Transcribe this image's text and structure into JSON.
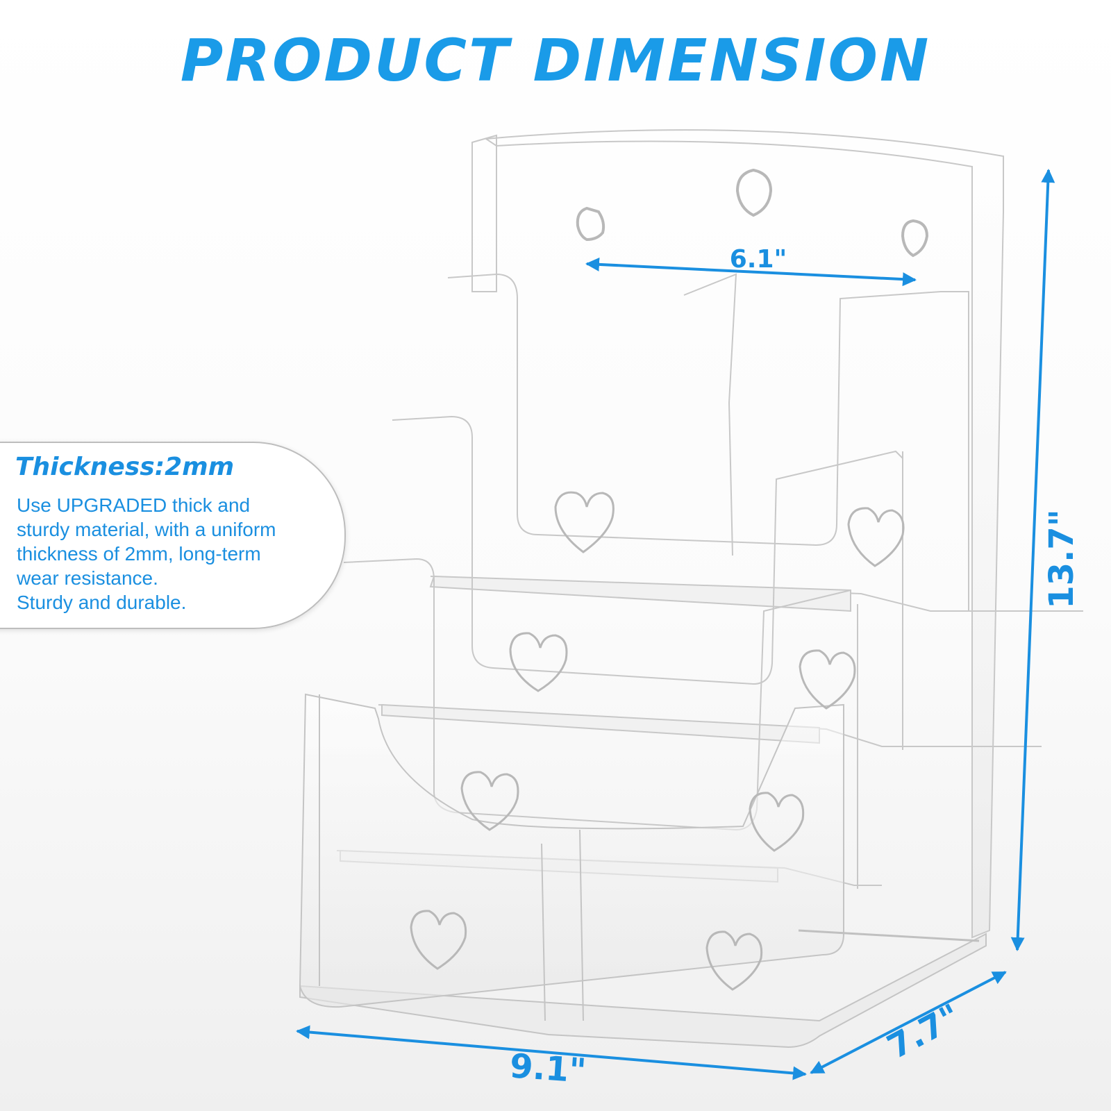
{
  "title": "PRODUCT DIMENSION",
  "thickness": {
    "heading": "Thickness:2mm",
    "body": "Use UPGRADED thick and\nsturdy material, with a uniform\nthickness of 2mm, long-term\nwear resistance.\nSturdy and durable."
  },
  "dimensions": {
    "hole_spacing": "6.1\"",
    "height": "13.7\"",
    "width": "9.1\"",
    "depth": "7.7\""
  },
  "colors": {
    "accent": "#1a9be8",
    "acrylic_edge": "#c4c4c4"
  }
}
